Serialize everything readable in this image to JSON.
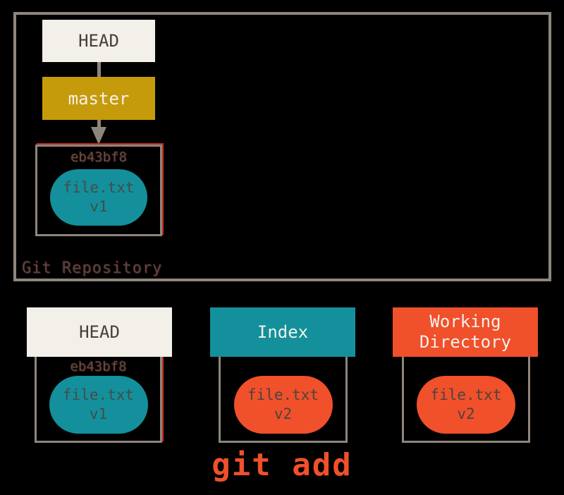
{
  "repository": {
    "label": "Git Repository",
    "head_ref": "HEAD",
    "branch_ref": "master",
    "commit": {
      "hash": "eb43bf8",
      "file_name": "file.txt",
      "file_version": "v1"
    }
  },
  "columns": {
    "head": {
      "title": "HEAD",
      "hash": "eb43bf8",
      "file_name": "file.txt",
      "file_version": "v1"
    },
    "index": {
      "title": "Index",
      "file_name": "file.txt",
      "file_version": "v2"
    },
    "working_directory": {
      "title": "Working Directory",
      "file_name": "file.txt",
      "file_version": "v2"
    }
  },
  "command_label": "git add",
  "colors": {
    "background": "#000000",
    "frame_gray": "#8e857c",
    "offwhite_box": "#f2f0e9",
    "branch_gold": "#c59b0b",
    "teal": "#13909b",
    "orange": "#f0502a",
    "accent_red": "#c8291c",
    "dark_label": "#453f3a"
  }
}
